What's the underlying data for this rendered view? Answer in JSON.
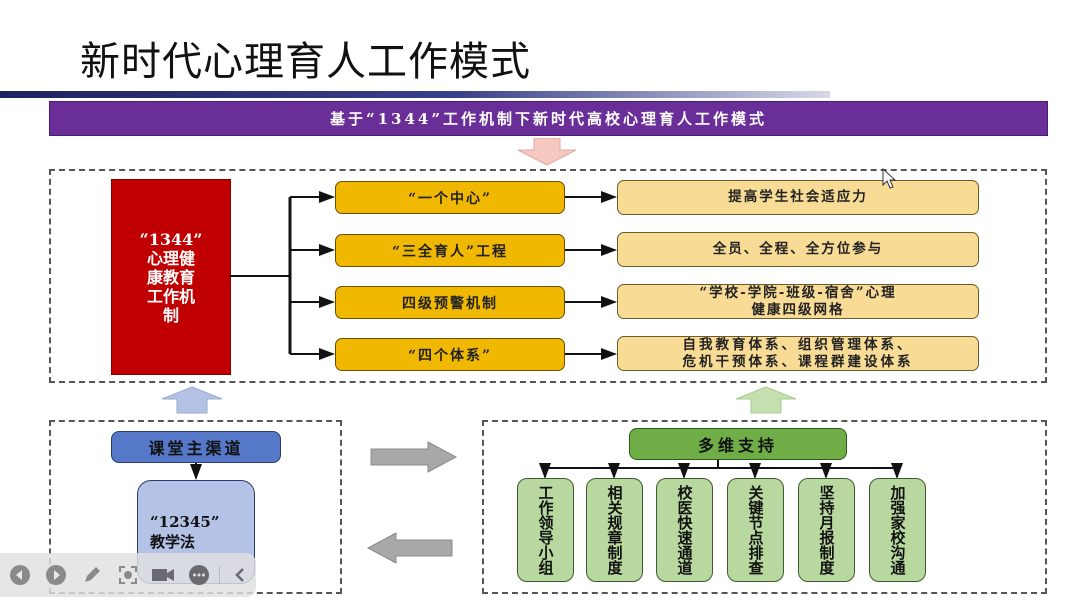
{
  "slide": {
    "title": "新时代心理育人工作模式",
    "banner": "基于“1344”工作机制下新时代高校心理育人工作模式"
  },
  "mechanism": {
    "core_lines": [
      "“1344”",
      "心理健",
      "康教育",
      "工作机",
      "制"
    ],
    "branches": [
      {
        "label": "“一个中心”",
        "result": "提高学生社会适应力"
      },
      {
        "label": "“三全育人”工程",
        "result": "全员、全程、全方位参与"
      },
      {
        "label": "四级预警机制",
        "result_lines": [
          "“学校-学院-班级-宿舍”心理",
          "健康四级网格"
        ]
      },
      {
        "label": "“四个体系”",
        "result_lines": [
          "自我教育体系、组织管理体系、",
          "危机干预体系、课程群建设体系"
        ]
      }
    ]
  },
  "classroom": {
    "header": "课堂主渠道",
    "body_lines": [
      "“12345”",
      "教学法"
    ]
  },
  "support": {
    "header": "多维支持",
    "items": [
      "工作领导小组",
      "相关规章制度",
      "校医快速通道",
      "关键节点排查",
      "坚持月报制度",
      "加强家校沟通"
    ]
  },
  "player_toolbar": {
    "buttons": [
      "previous-icon",
      "next-icon",
      "pen-icon",
      "screenshot-icon",
      "camera-icon",
      "more-icon",
      "collapse-icon"
    ]
  },
  "colors": {
    "banner": "#6a2e99",
    "core": "#c00000",
    "branch": "#f0b800",
    "result": "#f8dc96",
    "classroom": "#5578c8",
    "support": "#6fae46"
  }
}
